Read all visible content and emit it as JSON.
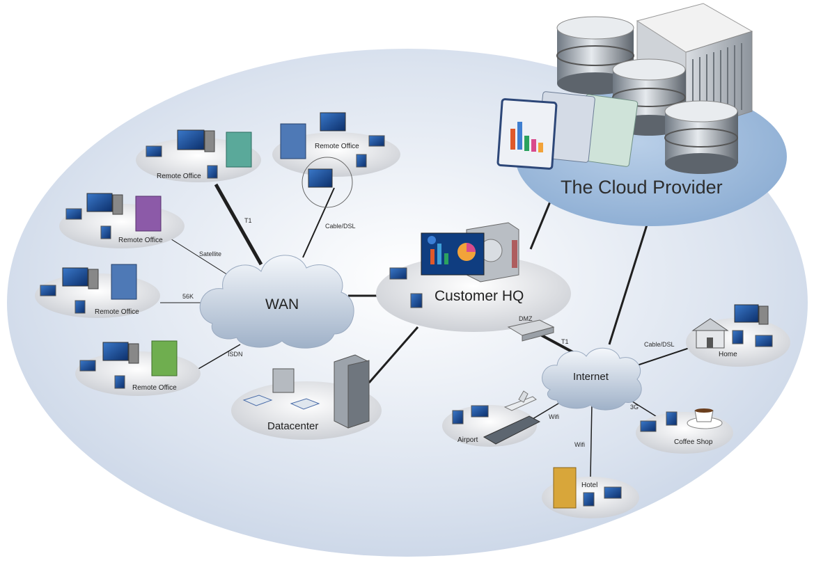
{
  "cloud_provider": {
    "label": "The Cloud Provider"
  },
  "hubs": {
    "wan": "WAN",
    "internet": "Internet",
    "customer_hq": "Customer HQ",
    "datacenter": "Datacenter",
    "dmz": "DMZ"
  },
  "remote_offices": [
    {
      "label": "Remote Office"
    },
    {
      "label": "Remote Office"
    },
    {
      "label": "Remote Office"
    },
    {
      "label": "Remote Office"
    },
    {
      "label": "Remote Office"
    }
  ],
  "remote_sites": {
    "home": "Home",
    "coffee_shop": "Coffee Shop",
    "hotel": "Hotel",
    "airport": "Airport"
  },
  "links": {
    "t1_wan": "T1",
    "cable_dsl_wan": "Cable/DSL",
    "satellite": "Satellite",
    "56k": "56K",
    "isdn": "ISDN",
    "t1_internet": "T1",
    "cable_dsl_home": "Cable/DSL",
    "3g": "3G",
    "wifi_hotel": "Wifi",
    "wifi_airport": "Wifi"
  }
}
